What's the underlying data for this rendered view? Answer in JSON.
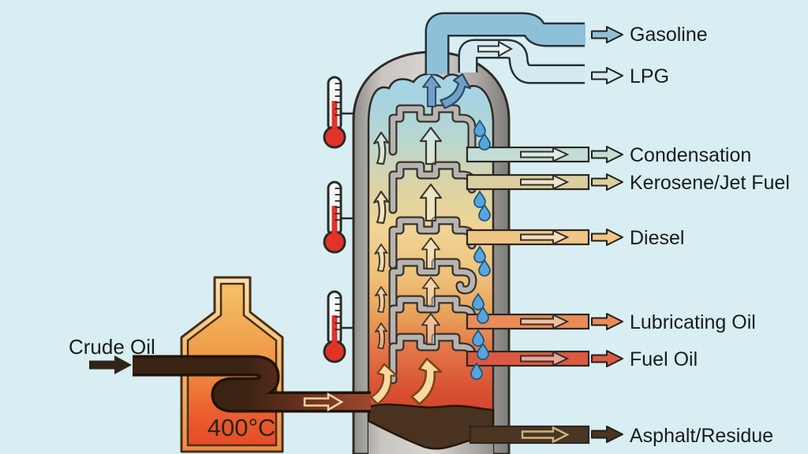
{
  "background_color": "#d8eef2",
  "diagram": {
    "crude_oil": {
      "label": "Crude Oil"
    },
    "furnace": {
      "temperature": "400°C"
    },
    "products": [
      {
        "label": "Gasoline",
        "color": "#8fc0da"
      },
      {
        "label": "LPG",
        "color": "#d4eaf0"
      },
      {
        "label": "Condensation",
        "color": "#c3dcd5"
      },
      {
        "label": "Kerosene/Jet Fuel",
        "color": "#dbcf9f"
      },
      {
        "label": "Diesel",
        "color": "#f0c585"
      },
      {
        "label": "Lubricating Oil",
        "color": "#ea8b58"
      },
      {
        "label": "Fuel Oil",
        "color": "#dc5940"
      },
      {
        "label": "Asphalt/Residue",
        "color": "#4a3521"
      }
    ]
  }
}
